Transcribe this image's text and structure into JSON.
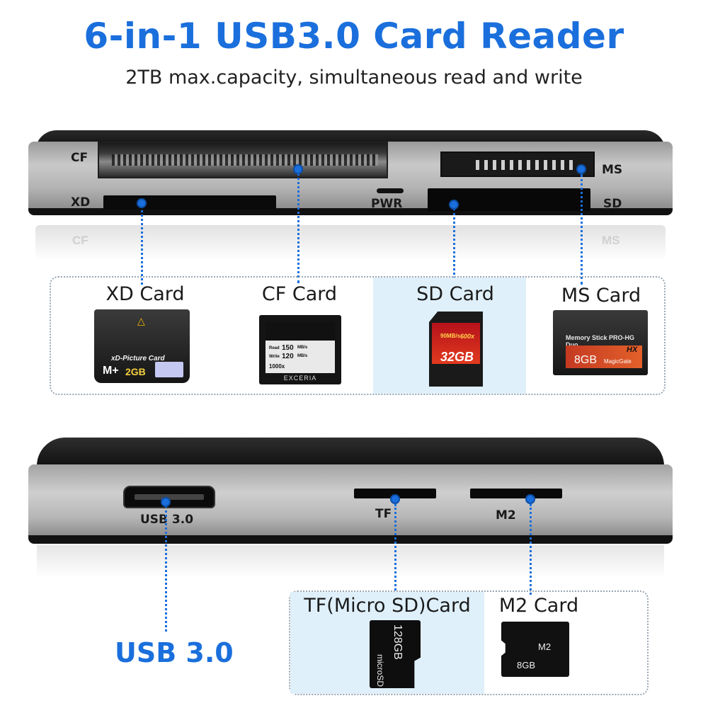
{
  "header": {
    "title": "6-in-1 USB3.0 Card Reader",
    "subtitle": "2TB max.capacity, simultaneous read and write"
  },
  "device_front": {
    "slot_labels": {
      "cf": "CF",
      "xd": "XD",
      "pwr": "PWR",
      "ms": "MS",
      "sd": "SD"
    },
    "reflection_labels": {
      "cf": "CF",
      "ms": "MS"
    }
  },
  "cards_top": {
    "xd": {
      "name": "XD Card",
      "brand": "xD-Picture Card",
      "mplus": "M+",
      "capacity": "2GB"
    },
    "cf": {
      "name": "CF Card",
      "read_label": "Read",
      "read_speed": "150",
      "write_label": "Write",
      "write_speed": "120",
      "unit": "MB/s",
      "speed_rating": "1000x",
      "brand": "EXCERIA"
    },
    "sd": {
      "name": "SD Card",
      "speed": "90MB/s",
      "rating": "600x",
      "capacity": "32GB"
    },
    "ms": {
      "name": "MS Card",
      "brand": "Memory Stick PRO-HG Duo",
      "hx": "HX",
      "capacity": "8GB",
      "magicgate": "MagicGate"
    }
  },
  "device_side": {
    "port_labels": {
      "usb": "USB 3.0",
      "tf": "TF",
      "m2": "M2"
    }
  },
  "usb_callout": "USB 3.0",
  "cards_bottom": {
    "tf": {
      "name": "TF(Micro SD)Card",
      "capacity": "128GB",
      "brand": "microSD"
    },
    "m2": {
      "name": "M2 Card",
      "label": "M2",
      "capacity": "8GB"
    }
  },
  "colors": {
    "accent": "#1a6fdc",
    "highlight": "#dff0fb"
  }
}
